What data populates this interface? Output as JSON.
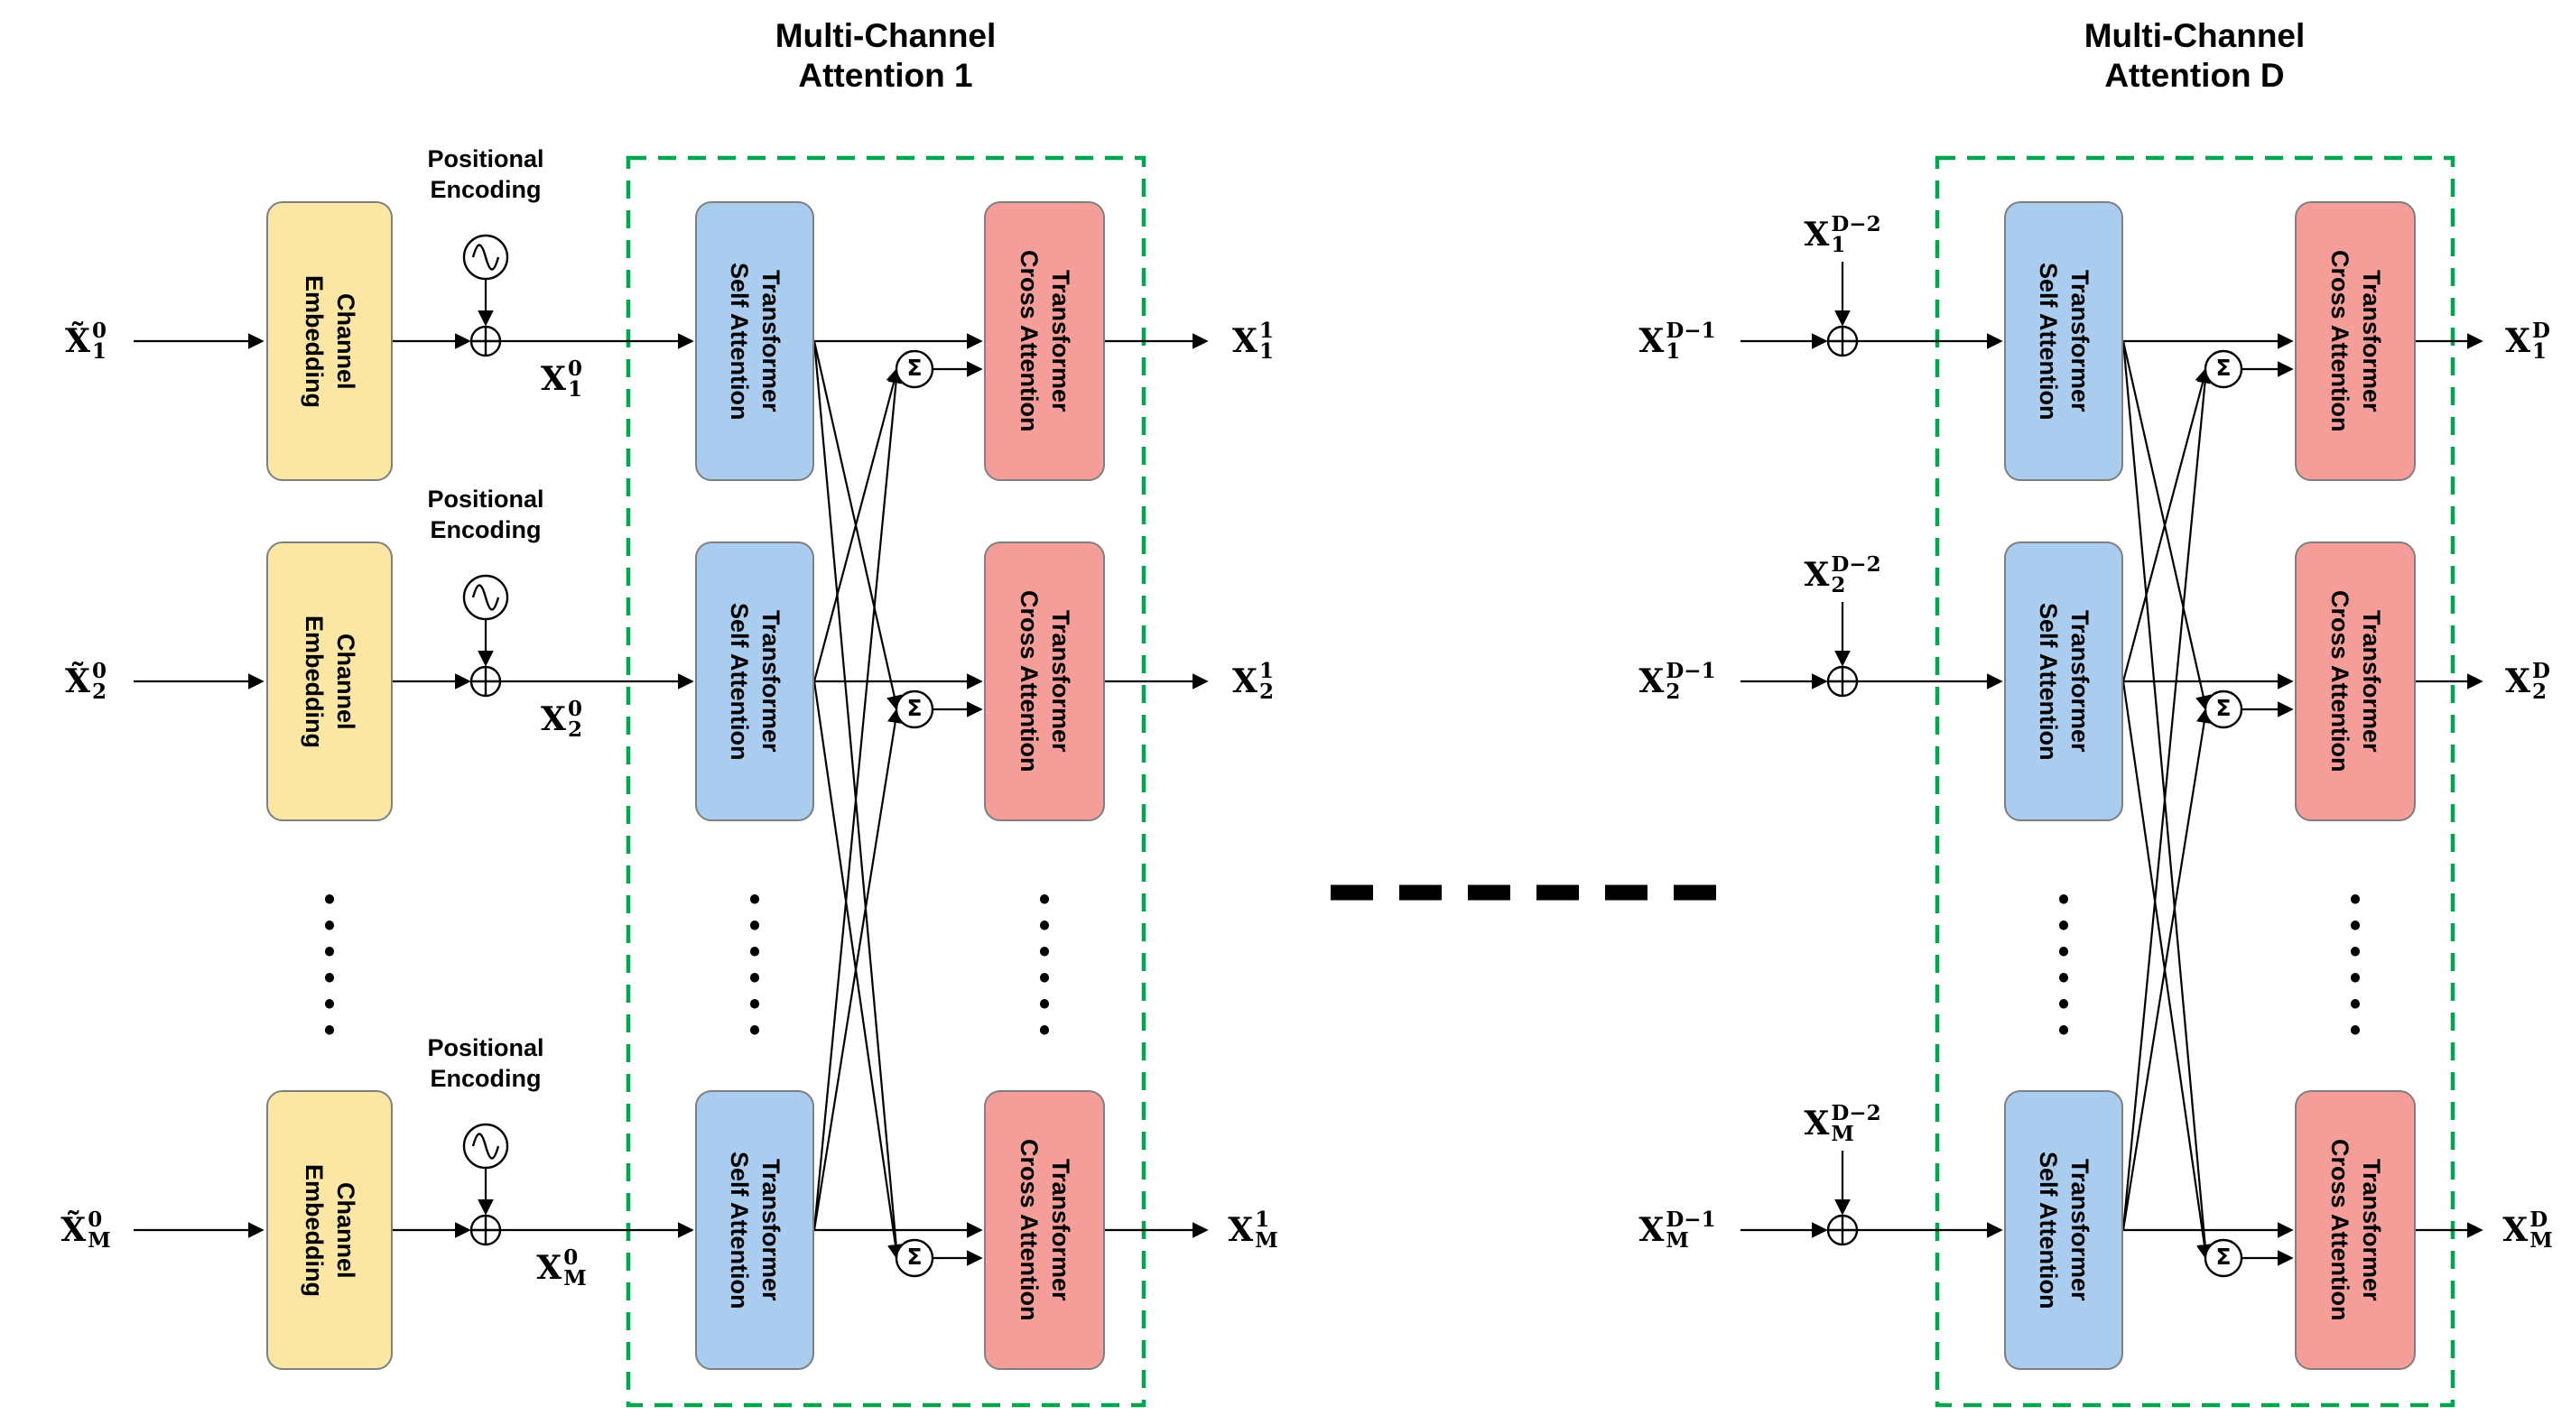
{
  "colors": {
    "embedding-fill": "#FBE6A4",
    "self-fill": "#A9CCEF",
    "cross-fill": "#F59E99",
    "box-border": "#7F7F7F",
    "green": "#00A550",
    "line": "#000000"
  },
  "boxes": {
    "embedding": {
      "l1": "Embedding",
      "l2": "Channel"
    },
    "self_attention": {
      "l1": "Self Attention",
      "l2": "Transformer"
    },
    "cross_attention": {
      "l1": "Cross Attention",
      "l2": "Transformer"
    }
  },
  "left": {
    "title": {
      "l1": "Multi-Channel",
      "l2": "Attention 1"
    },
    "pos_enc": {
      "l1": "Positional",
      "l2": "Encoding"
    },
    "rows": [
      {
        "input": {
          "base": "X̃",
          "sup": "0",
          "sub": "1"
        },
        "mid": {
          "base": "X",
          "sup": "0",
          "sub": "1"
        },
        "output": {
          "base": "X",
          "sup": "1",
          "sub": "1"
        }
      },
      {
        "input": {
          "base": "X̃",
          "sup": "0",
          "sub": "2"
        },
        "mid": {
          "base": "X",
          "sup": "0",
          "sub": "2"
        },
        "output": {
          "base": "X",
          "sup": "1",
          "sub": "2"
        }
      },
      {
        "input": {
          "base": "X̃",
          "sup": "0",
          "sub": "M"
        },
        "mid": {
          "base": "X",
          "sup": "0",
          "sub": "M"
        },
        "output": {
          "base": "X",
          "sup": "1",
          "sub": "M"
        }
      }
    ]
  },
  "right": {
    "title": {
      "l1": "Multi-Channel",
      "l2": "Attention D"
    },
    "rows": [
      {
        "input": {
          "base": "X",
          "sup": "D−1",
          "sub": "1"
        },
        "skip": {
          "base": "X",
          "sup": "D−2",
          "sub": "1"
        },
        "output": {
          "base": "X",
          "sup": "D",
          "sub": "1"
        }
      },
      {
        "input": {
          "base": "X",
          "sup": "D−1",
          "sub": "2"
        },
        "skip": {
          "base": "X",
          "sup": "D−2",
          "sub": "2"
        },
        "output": {
          "base": "X",
          "sup": "D",
          "sub": "2"
        }
      },
      {
        "input": {
          "base": "X",
          "sup": "D−1",
          "sub": "M"
        },
        "skip": {
          "base": "X",
          "sup": "D−2",
          "sub": "M"
        },
        "output": {
          "base": "X",
          "sup": "D",
          "sub": "M"
        }
      }
    ]
  },
  "icons": {
    "sum": "Σ"
  }
}
